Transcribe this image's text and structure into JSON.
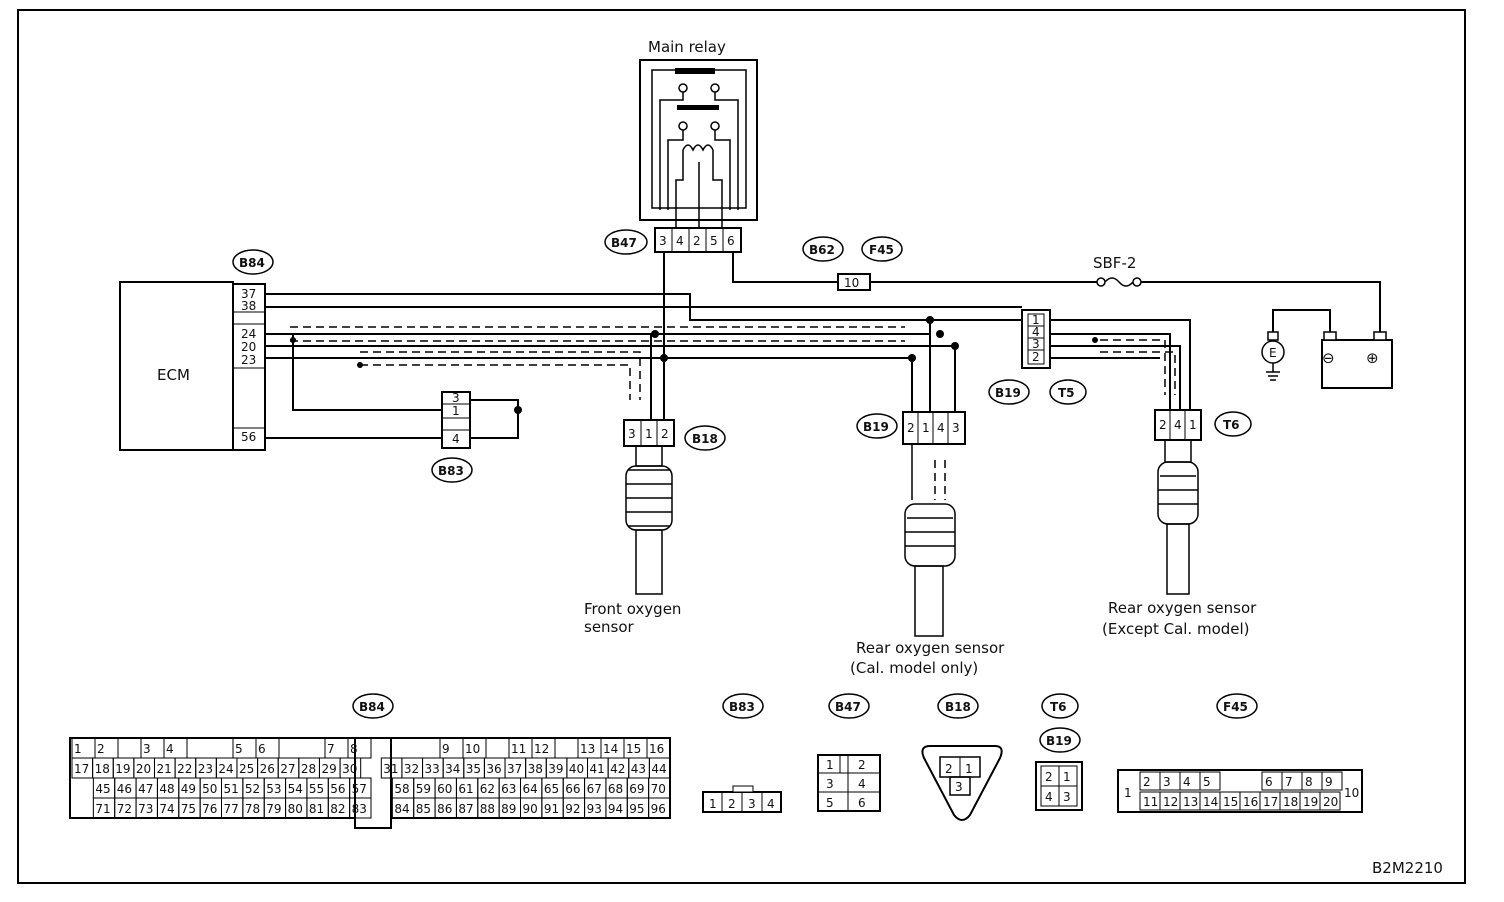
{
  "diagram_id": "B2M2210",
  "components": {
    "main_relay": {
      "label": "Main relay",
      "connector": "B47",
      "pins": [
        "3",
        "4",
        "2",
        "5",
        "6"
      ]
    },
    "ecm": {
      "label": "ECM",
      "connector": "B84",
      "pins": [
        "37",
        "38",
        "24",
        "20",
        "23",
        "56"
      ]
    },
    "fuse": {
      "label": "SBF-2",
      "connector_a": "B62",
      "connector_b": "F45",
      "pin": "10"
    },
    "ground": {
      "symbol": "E"
    },
    "battery": {
      "neg": "⊖",
      "pos": "⊕"
    },
    "b83": {
      "connector": "B83",
      "pins": [
        "3",
        "1",
        "4"
      ]
    },
    "joint": {
      "connector_a": "B19",
      "connector_b": "T5",
      "pins": [
        "1",
        "4",
        "3",
        "2"
      ]
    },
    "front_o2": {
      "label_line1": "Front oxygen",
      "label_line2": "sensor",
      "connector": "B18",
      "pins": [
        "3",
        "1",
        "2"
      ]
    },
    "rear_o2_cal": {
      "label_line1": "Rear oxygen sensor",
      "label_line2": "(Cal. model only)",
      "connector": "B19",
      "pins": [
        "2",
        "1",
        "4",
        "3"
      ]
    },
    "rear_o2_exc": {
      "label_line1": "Rear oxygen sensor",
      "label_line2": "(Except Cal. model)",
      "connector": "T6",
      "pins": [
        "2",
        "4",
        "1"
      ]
    }
  },
  "connector_views": {
    "b84": {
      "tag": "B84",
      "row1": [
        "1",
        "2",
        "",
        "3",
        "4",
        "",
        "",
        "5",
        "6",
        "",
        "",
        "7",
        "8",
        "",
        "",
        "",
        "9",
        "10",
        "",
        "11",
        "12",
        "",
        "13",
        "14",
        "15",
        "16"
      ],
      "row2": [
        "17",
        "18",
        "19",
        "20",
        "21",
        "22",
        "23",
        "24",
        "25",
        "26",
        "27",
        "28",
        "29",
        "30",
        "",
        "31",
        "32",
        "33",
        "34",
        "35",
        "36",
        "37",
        "38",
        "39",
        "40",
        "41",
        "42",
        "43",
        "44"
      ],
      "row3": [
        "",
        "45",
        "46",
        "47",
        "48",
        "49",
        "50",
        "51",
        "52",
        "53",
        "54",
        "55",
        "56",
        "57",
        "",
        "58",
        "59",
        "60",
        "61",
        "62",
        "63",
        "64",
        "65",
        "66",
        "67",
        "68",
        "69",
        "70"
      ],
      "row4": [
        "",
        "71",
        "72",
        "73",
        "74",
        "75",
        "76",
        "77",
        "78",
        "79",
        "80",
        "81",
        "82",
        "83",
        "",
        "84",
        "85",
        "86",
        "87",
        "88",
        "89",
        "90",
        "91",
        "92",
        "93",
        "94",
        "95",
        "96"
      ]
    },
    "b83": {
      "tag": "B83",
      "pins": [
        "1",
        "2",
        "3",
        "4"
      ]
    },
    "b47": {
      "tag": "B47",
      "pins": [
        "1",
        "2",
        "3",
        "4",
        "5",
        "6"
      ]
    },
    "b18": {
      "tag": "B18",
      "pins": [
        "2",
        "1",
        "3"
      ]
    },
    "t6": {
      "tag": "T6",
      "tag2": "B19",
      "pins": [
        "2",
        "1",
        "4",
        "3"
      ]
    },
    "f45": {
      "tag": "F45",
      "pin1": "1",
      "top": [
        "2",
        "3",
        "4",
        "5",
        "6",
        "7",
        "8",
        "9"
      ],
      "bottom": [
        "11",
        "12",
        "13",
        "14",
        "15",
        "16",
        "17",
        "18",
        "19",
        "20"
      ],
      "pin10": "10"
    }
  }
}
